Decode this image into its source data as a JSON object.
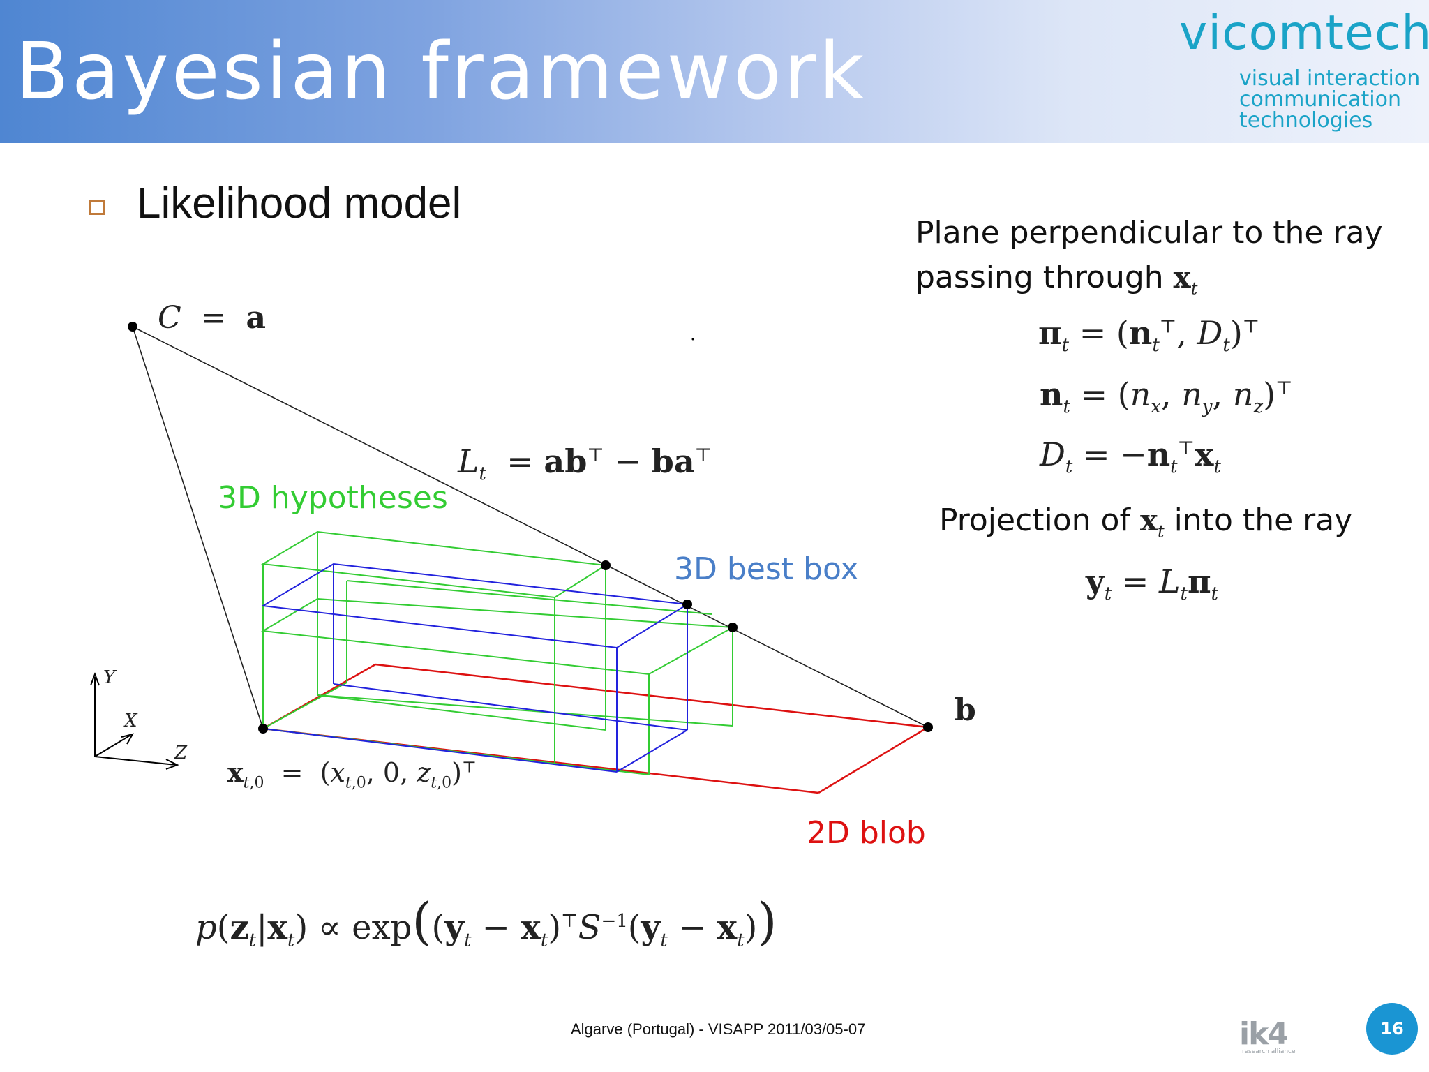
{
  "slide": {
    "title": "Bayesian framework",
    "bullet": "Likelihood model",
    "page_number": "16",
    "footer": "Algarve (Portugal) - VISAPP 2011/03/05-07"
  },
  "logo": {
    "word": "vicomtech",
    "tagline": [
      "visual interaction",
      "communication",
      "technologies"
    ]
  },
  "partner_logo": {
    "word": "ik4",
    "sub": "research alliance"
  },
  "right_panel": {
    "plane_caption_line1": "Plane perpendicular to the ray",
    "plane_caption_line2": "passing through",
    "projection_before": "Projection of",
    "projection_after": "into the ray"
  },
  "diagram": {
    "label_hypotheses": "3D hypotheses",
    "label_best_box": "3D best box",
    "label_blob": "2D blob",
    "point_C": "C",
    "point_a": "a",
    "point_b": "b",
    "axis_Y": "Y",
    "axis_X": "X",
    "axis_Z": "Z"
  },
  "colors": {
    "hypotheses": "#33cc33",
    "best_box": "#2222dd",
    "blob": "#dd1111",
    "accent": "#1aa3c7"
  }
}
